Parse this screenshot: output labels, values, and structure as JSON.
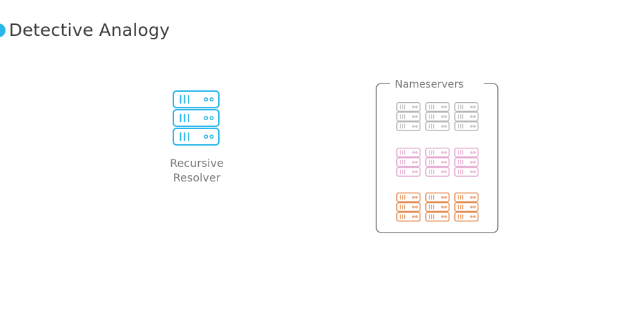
{
  "slide": {
    "title": "Detective Analogy",
    "accent_color": "#29b6e8"
  },
  "resolver": {
    "label_line1": "Recursive",
    "label_line2": "Resolver",
    "icon": "server-stack-icon",
    "color": "#29b6e8"
  },
  "nameservers": {
    "title": "Nameservers",
    "frame_color": "#8a8a8a",
    "groups": [
      {
        "color": "#b5b5b5",
        "count": 3,
        "icon": "server-stack-icon"
      },
      {
        "color": "#e2a6cf",
        "count": 3,
        "icon": "server-stack-icon"
      },
      {
        "color": "#e38a4e",
        "count": 3,
        "icon": "server-stack-icon"
      }
    ]
  }
}
